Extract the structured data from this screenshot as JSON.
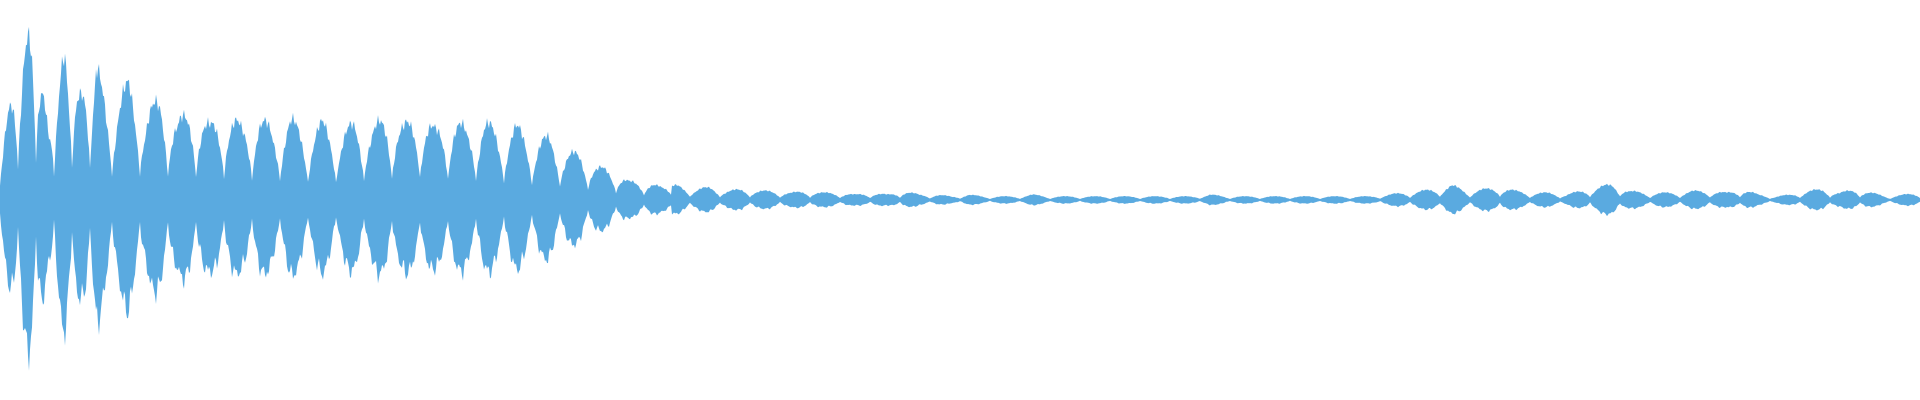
{
  "waveform": {
    "color": "#5aaae0",
    "background": "#ffffff",
    "amplitude_envelope": [
      0.3,
      0.62,
      0.96,
      0.38,
      0.78,
      0.55,
      0.7,
      0.5,
      0.64,
      0.46,
      0.56,
      0.42,
      0.5,
      0.4,
      0.47,
      0.4,
      0.45,
      0.38,
      0.44,
      0.36,
      0.42,
      0.35,
      0.42,
      0.38,
      0.46,
      0.4,
      0.46,
      0.38,
      0.44,
      0.38,
      0.43,
      0.36,
      0.4,
      0.32,
      0.34,
      0.26,
      0.25,
      0.18,
      0.16,
      0.1,
      0.1,
      0.07,
      0.08,
      0.06,
      0.07,
      0.05,
      0.06,
      0.05,
      0.05,
      0.04,
      0.05,
      0.04,
      0.04,
      0.03,
      0.04,
      0.03,
      0.05,
      0.03,
      0.03,
      0.02,
      0.03,
      0.02,
      0.02,
      0.02,
      0.03,
      0.02,
      0.02,
      0.02,
      0.02,
      0.02,
      0.02,
      0.02,
      0.02,
      0.02,
      0.02,
      0.03,
      0.02,
      0.02,
      0.02,
      0.02,
      0.02,
      0.02,
      0.02,
      0.02,
      0.02,
      0.02,
      0.03,
      0.04,
      0.05,
      0.06,
      0.08,
      0.05,
      0.06,
      0.07,
      0.05,
      0.04,
      0.04,
      0.03,
      0.05,
      0.07,
      0.09,
      0.05,
      0.04,
      0.04,
      0.04,
      0.05,
      0.05,
      0.04,
      0.06,
      0.03,
      0.02,
      0.03,
      0.05,
      0.06,
      0.04,
      0.06,
      0.04,
      0.02,
      0.03,
      0.04
    ]
  }
}
